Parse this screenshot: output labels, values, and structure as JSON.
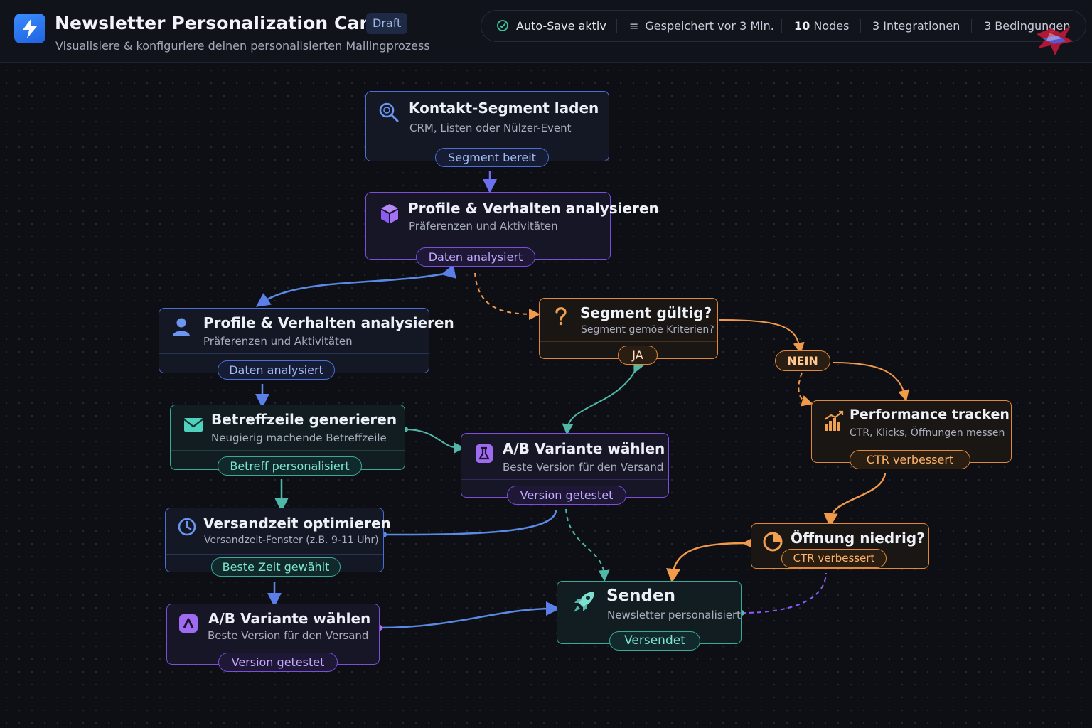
{
  "header": {
    "title": "Newsletter Personalization Canvas",
    "badge": "Draft",
    "subtitle": "Visualisiere & konfiguriere deinen personalisierten Mailingprozess",
    "app_icon": "lightning-icon"
  },
  "status": {
    "autosave": "Auto-Save aktiv",
    "saved": "Gespeichert vor 3 Min.",
    "nodes_count": "10",
    "nodes_label": "Nodes",
    "integrations": "3 Integrationen",
    "conditions": "3 Bedingungen"
  },
  "nodes": {
    "segment_load": {
      "title": "Kontakt-Segment laden",
      "subtitle": "CRM, Listen oder Nülzer-Event",
      "pill": "Segment bereit",
      "icon": "search-icon"
    },
    "profile_analyze_1": {
      "title": "Profile & Verhalten analysieren",
      "subtitle": "Präferenzen und Aktivitäten",
      "pill": "Daten analysiert",
      "icon": "cube-icon"
    },
    "profile_analyze_2": {
      "title": "Profile & Verhalten analysieren",
      "subtitle": "Präferenzen und Aktivitäten",
      "pill": "Daten analysiert",
      "icon": "user-icon"
    },
    "segment_valid": {
      "title": "Segment gültig?",
      "subtitle": "Segment gemöe Kriterien?",
      "pill": "JA",
      "icon": "question-icon"
    },
    "subject_generate": {
      "title": "Betreffzeile generieren",
      "subtitle": "Neugierig machende Betreffzeile",
      "pill": "Betreff personalisiert",
      "icon": "mail-icon"
    },
    "ab_variant_1": {
      "title": "A/B Variante wählen",
      "subtitle": "Beste Version für den Versand",
      "pill": "Version getestet",
      "icon": "flask-icon"
    },
    "performance_track": {
      "title": "Performance tracken",
      "subtitle": "CTR, Klicks, Öffnungen messen",
      "pill": "CTR verbessert",
      "icon": "bar-chart-icon"
    },
    "send_time": {
      "title": "Versandzeit optimieren",
      "subtitle": "Versandzeit-Fenster (z.B. 9-11 Uhr)",
      "pill": "Beste Zeit gewählt",
      "icon": "clock-icon"
    },
    "open_low": {
      "title": "Öffnung niedrig?",
      "pill": "CTR verbessert",
      "icon": "pie-chart-icon"
    },
    "ab_variant_2": {
      "title": "A/B Variante wählen",
      "subtitle": "Beste Version für den Versand",
      "pill": "Version getestet",
      "icon": "ab-icon"
    },
    "send": {
      "title": "Senden",
      "subtitle": "Newsletter personalisiert",
      "pill": "Versendet",
      "icon": "rocket-icon"
    }
  },
  "branch_no": "NEIN",
  "colors": {
    "blue": "#4b6fd8",
    "purple": "#7b4fd9",
    "teal": "#3aa99a",
    "orange": "#e0893b",
    "accent": "#3b8dff"
  }
}
